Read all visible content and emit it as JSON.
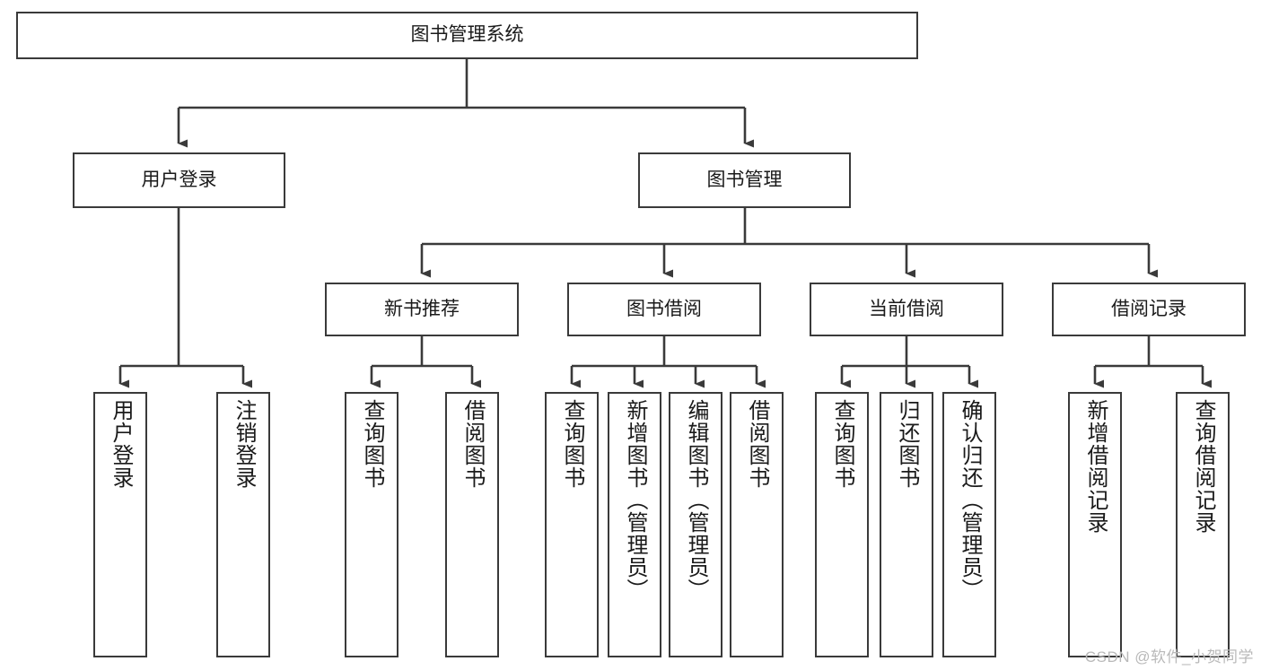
{
  "diagram": {
    "type": "tree-hierarchy-flowchart",
    "title_text": "图书管理系统",
    "style": {
      "box_border_color": "#3a3a3a",
      "box_fill_color": "#ffffff",
      "edge_color": "#3a3a3a",
      "text_color": "#1a1a1a",
      "background_color": "#ffffff"
    },
    "levels": {
      "root": {
        "label": "图书管理系统"
      },
      "level2": [
        {
          "label": "用户登录"
        },
        {
          "label": "图书管理"
        }
      ],
      "level3": [
        {
          "label": "新书推荐"
        },
        {
          "label": "图书借阅"
        },
        {
          "label": "当前借阅"
        },
        {
          "label": "借阅记录"
        }
      ],
      "leaves": {
        "user_login": [
          {
            "label": "用户登录"
          },
          {
            "label": "注销登录"
          }
        ],
        "new_book_recommend": [
          {
            "label": "查询图书"
          },
          {
            "label": "借阅图书"
          }
        ],
        "book_borrow": [
          {
            "label": "查询图书"
          },
          {
            "label": "新增图书（管理员）"
          },
          {
            "label": "编辑图书（管理员）"
          },
          {
            "label": "借阅图书"
          }
        ],
        "current_borrow": [
          {
            "label": "查询图书"
          },
          {
            "label": "归还图书"
          },
          {
            "label": "确认归还（管理员）"
          }
        ],
        "borrow_record": [
          {
            "label": "新增借阅记录"
          },
          {
            "label": "查询借阅记录"
          }
        ]
      }
    },
    "watermark": "CSDN @软件_小贺同学"
  }
}
